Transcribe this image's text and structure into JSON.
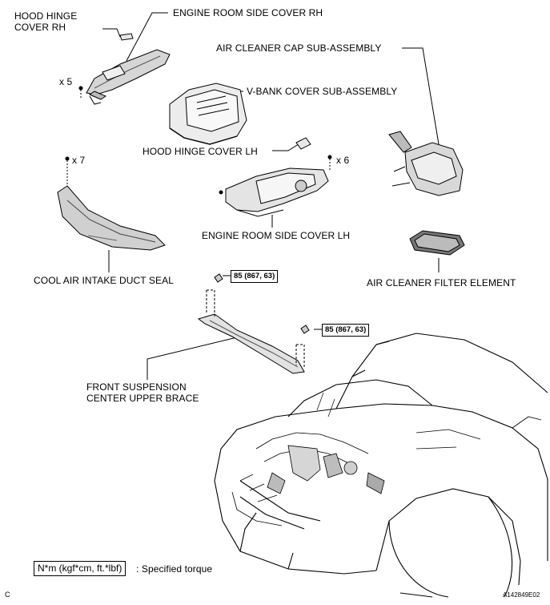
{
  "labels": {
    "hood_hinge_cover_rh": [
      "HOOD HINGE",
      "COVER RH"
    ],
    "engine_room_side_cover_rh": "ENGINE ROOM SIDE COVER RH",
    "air_cleaner_cap": "AIR CLEANER CAP SUB-ASSEMBLY",
    "v_bank_cover": "V-BANK COVER SUB-ASSEMBLY",
    "hood_hinge_cover_lh": "HOOD HINGE COVER LH",
    "engine_room_side_cover_lh": "ENGINE ROOM SIDE COVER LH",
    "cool_air_intake": "COOL AIR INTAKE DUCT SEAL",
    "air_cleaner_filter": "AIR CLEANER FILTER ELEMENT",
    "front_suspension": [
      "FRONT SUSPENSION",
      "CENTER UPPER BRACE"
    ]
  },
  "quantities": {
    "x5": "x 5",
    "x7": "x 7",
    "x6": "x 6"
  },
  "torque": {
    "upper": "85 (867, 63)",
    "lower": "85 (867, 63)"
  },
  "legend": {
    "box": "N*m (kgf*cm, ft.*lbf)",
    "text": ": Specified torque"
  },
  "footer": {
    "left": "C",
    "right": "A142849E02"
  }
}
